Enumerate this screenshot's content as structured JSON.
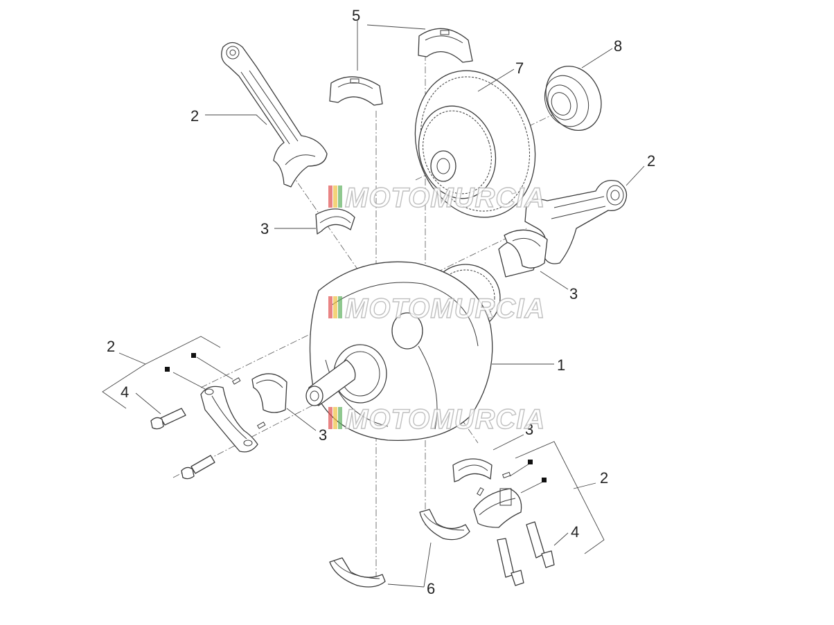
{
  "watermark": {
    "text": "MOTOMURCIA",
    "stripe_colors": [
      "#e05050",
      "#f0c040",
      "#60b060"
    ]
  },
  "callouts": {
    "c1": "1",
    "c2a": "2",
    "c2b": "2",
    "c2c": "2",
    "c2d": "2",
    "c3a": "3",
    "c3b": "3",
    "c3c": "3",
    "c3d": "3",
    "c4a": "4",
    "c4b": "4",
    "c5": "5",
    "c6": "6",
    "c7": "7",
    "c8": "8"
  }
}
